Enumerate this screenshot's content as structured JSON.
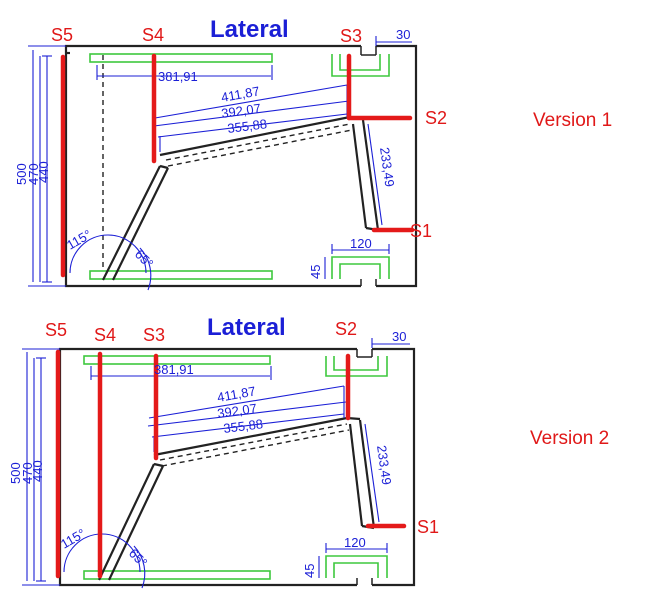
{
  "panels": [
    {
      "title": "Lateral",
      "version": "Version 1",
      "sections": {
        "s1": "S1",
        "s2": "S2",
        "s3": "S3",
        "s4": "S4",
        "s5": "S5"
      },
      "dims": {
        "d30": "30",
        "d381": "381,91",
        "d411": "411,87",
        "d392": "392,07",
        "d355": "355,88",
        "d233": "233,49",
        "d500": "500",
        "d470": "470",
        "d440": "440",
        "d120": "120",
        "d45": "45",
        "a115": "115°",
        "a65": "65°"
      }
    },
    {
      "title": "Lateral",
      "version": "Version 2",
      "sections": {
        "s1": "S1",
        "s2": "S2",
        "s3": "S3",
        "s4": "S4",
        "s5": "S5"
      },
      "dims": {
        "d30": "30",
        "d381": "381,91",
        "d411": "411,87",
        "d392": "392,07",
        "d355": "355,88",
        "d233": "233,49",
        "d500": "500",
        "d470": "470",
        "d440": "440",
        "d120": "120",
        "d45": "45",
        "a115": "115°",
        "a65": "65°"
      }
    }
  ],
  "colors": {
    "section_marker": "#e41a1a",
    "dimension": "#1b1fd6",
    "bracing": "#3ec83e",
    "outline": "#222222"
  }
}
